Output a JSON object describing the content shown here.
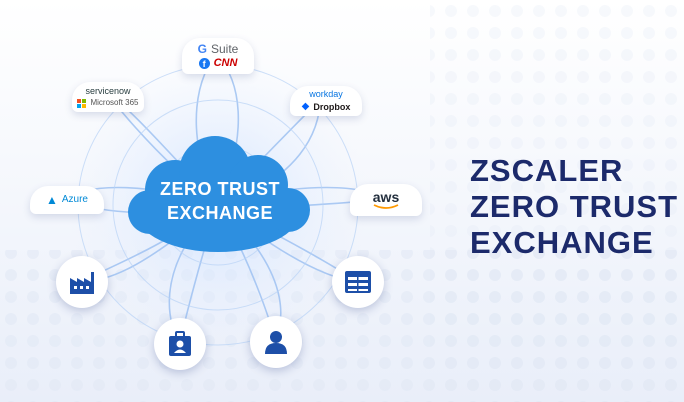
{
  "center_label": {
    "line1": "ZERO TRUST",
    "line2": "EXCHANGE"
  },
  "title": {
    "line1": "ZSCALER",
    "line2": "ZERO TRUST",
    "line3": "EXCHANGE"
  },
  "apps": {
    "gsuite": {
      "g": "G",
      "suite": "Suite",
      "cnn": "CNN"
    },
    "servicenow": {
      "name": "servicenow",
      "m365": "Microsoft 365"
    },
    "workday": {
      "name": "workday",
      "dropbox": "Dropbox"
    },
    "azure": {
      "name": "Azure"
    },
    "aws": {
      "name": "aws"
    }
  },
  "nodes": [
    "factory-icon",
    "data-center-icon",
    "branch-office-icon",
    "user-icon"
  ],
  "colors": {
    "navy": "#1c2a6b",
    "hub_blue": "#2d8fe0",
    "icon_blue": "#1d4fa8",
    "cnn_red": "#cc0000",
    "aws_orange": "#ff9900"
  }
}
